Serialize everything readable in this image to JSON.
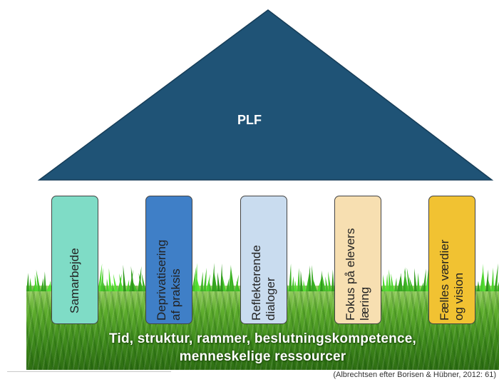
{
  "roof": {
    "label": "PLF",
    "color": "#1f5376"
  },
  "pillars": [
    {
      "lines": [
        "Samarbejde"
      ],
      "color": "#7fdcc6"
    },
    {
      "lines": [
        "Deprivatisering",
        "af praksis"
      ],
      "color": "#3f7fc7"
    },
    {
      "lines": [
        "Reflekterende",
        "dialoger"
      ],
      "color": "#c9dcef"
    },
    {
      "lines": [
        "Fokus på elevers",
        "læring"
      ],
      "color": "#f7dfb1"
    },
    {
      "lines": [
        "Fælles værdier",
        "og vision"
      ],
      "color": "#f1c232"
    }
  ],
  "ground": {
    "line1": "Tid, struktur, rammer, beslutningskompetence,",
    "line2": "menneskelige ressourcer"
  },
  "citation": "(Albrechtsen efter Borisen & Hübner, 2012: 61)"
}
